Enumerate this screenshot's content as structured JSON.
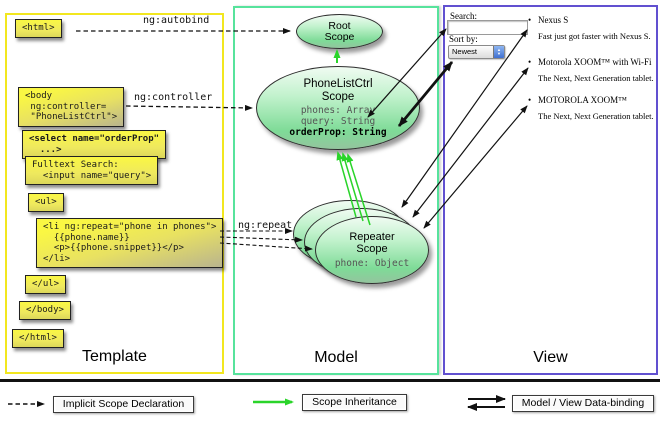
{
  "columns": {
    "template": {
      "label": "Template"
    },
    "model": {
      "label": "Model"
    },
    "view": {
      "label": "View"
    }
  },
  "template": {
    "html_open": "<html>",
    "body_open": "<body\n ng:controller=\n \"PhoneListCtrl\">",
    "select_box": "<select name=\"orderProp\"\n  ...>",
    "fulltext_box": "Fulltext Search:\n  <input name=\"query\">",
    "ul_open": "<ul>",
    "li_box": "<li ng:repeat=\"phone in phones\">\n  {{phone.name}}\n  <p>{{phone.snippet}}</p>\n</li>",
    "ul_close": "</ul>",
    "body_close": "</body>",
    "html_close": "</html>"
  },
  "edges": {
    "autobind": "ng:autobind",
    "controller": "ng:controller",
    "repeat": "ng:repeat"
  },
  "model": {
    "root_scope": {
      "title": "Root\nScope"
    },
    "phonelist_scope": {
      "title": "PhoneListCtrl\nScope",
      "phones": "phones: Array",
      "query": "query: String",
      "order_prop": "orderProp: String"
    },
    "repeater_scope": {
      "title": "Repeater\nScope",
      "phone": "phone: Object"
    }
  },
  "view": {
    "search_label": "Search:",
    "sort_label": "Sort by:",
    "sort_value": "Newest",
    "items": [
      {
        "bullet": "•",
        "name": "Nexus S",
        "desc": "Fast just got faster with Nexus S."
      },
      {
        "bullet": "•",
        "name": "Motorola XOOM™ with Wi-Fi",
        "desc": "The Next, Next Generation tablet."
      },
      {
        "bullet": "•",
        "name": "MOTOROLA XOOM™",
        "desc": "The Next, Next Generation tablet."
      }
    ]
  },
  "legend": {
    "implicit": "Implicit Scope Declaration",
    "inheritance": "Scope Inheritance",
    "databinding": "Model / View Data-binding"
  },
  "colors": {
    "template_border": "#f2e71f",
    "model_border": "#57e39c",
    "view_border": "#6150d0",
    "inheritance_green": "#2ad42a",
    "code_box_yellow": "#faf743",
    "scope_ellipse_green": "#7edb97"
  }
}
